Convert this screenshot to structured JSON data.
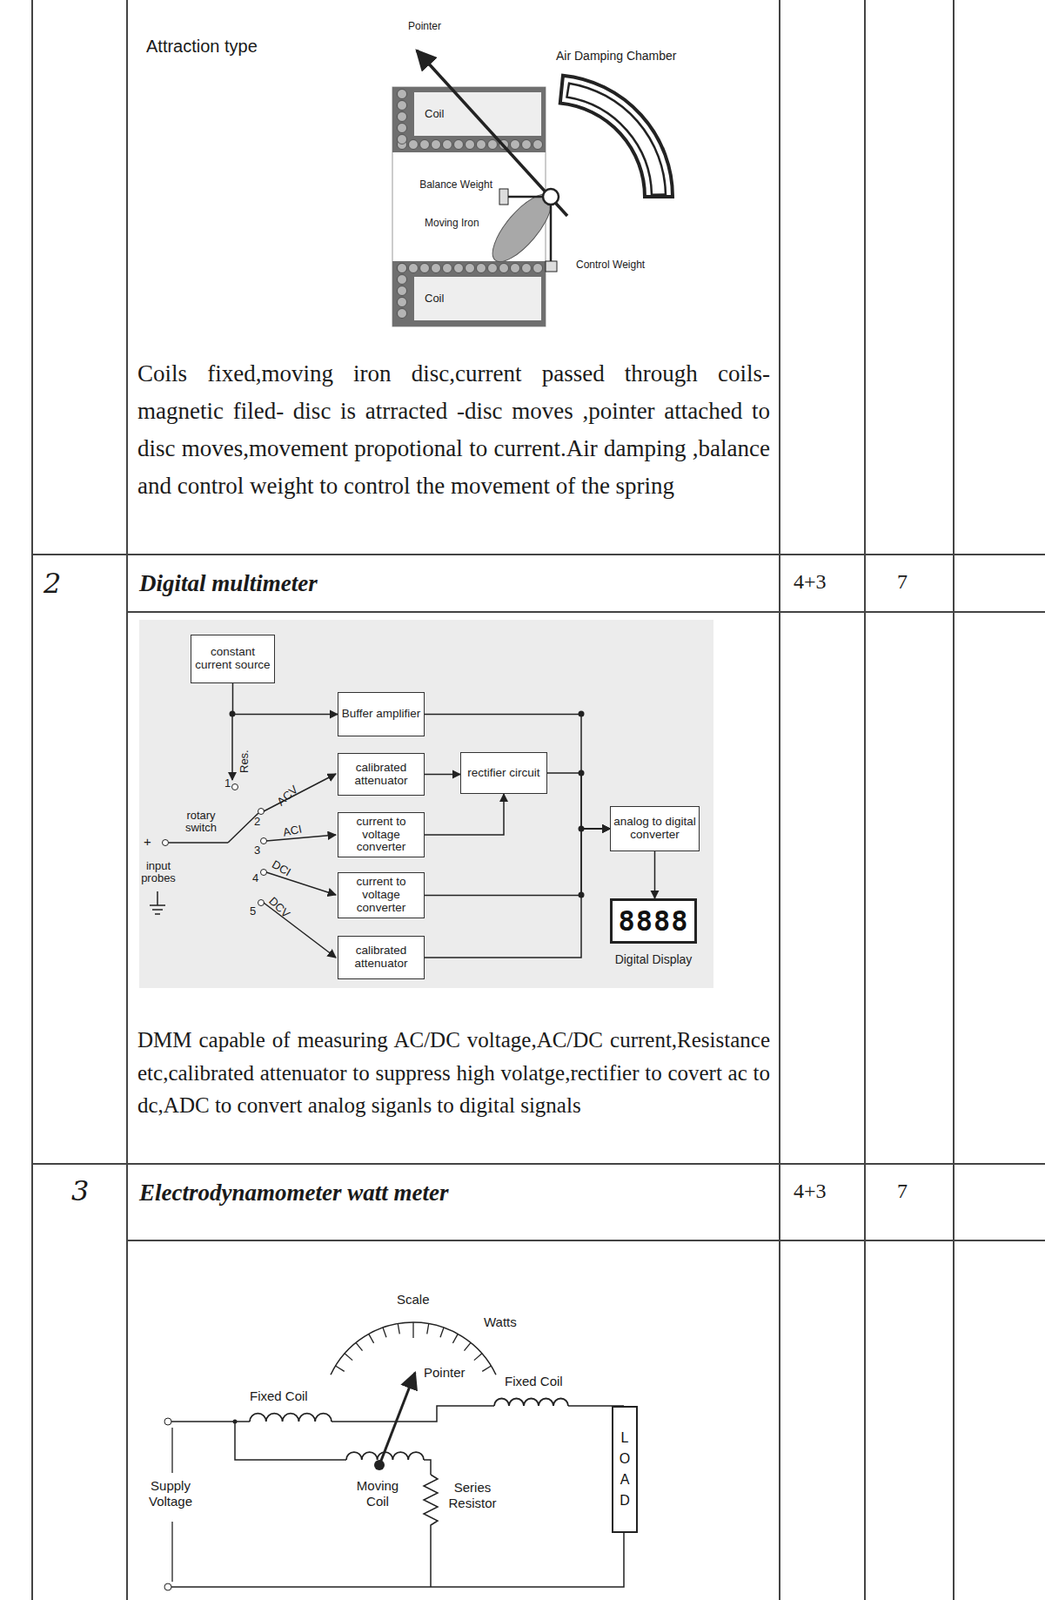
{
  "diagram": {
    "nodes": [
      {
        "text": [
          "constant current source"
        ]
      },
      {
        "text": [
          "Buffer amplifier"
        ]
      },
      {
        "text": [
          "calibrated attenuator"
        ]
      },
      {
        "text": [
          "rectifier circuit"
        ]
      },
      {
        "text": [
          "current to voltage converter"
        ]
      },
      {
        "text": [
          "current to voltage converter"
        ]
      },
      {
        "text": [
          "calibrated attenuator"
        ]
      },
      {
        "text": [
          "analog to digital converter"
        ]
      },
      {
        "text": [
          "8888",
          "Digital Display"
        ]
      },
      {
        "text": [
          "LOAD"
        ]
      }
    ],
    "edges": [
      {
        "from": 0,
        "to": 1,
        "arrow": "to"
      },
      {
        "from": 2,
        "to": 3,
        "arrow": "to"
      },
      {
        "from": 4,
        "to": 3,
        "arrow": "to"
      },
      {
        "from": 3,
        "to": 7,
        "arrow": "to"
      },
      {
        "from": 1,
        "to": 7,
        "arrow": "to"
      },
      {
        "from": 5,
        "to": 7,
        "arrow": "to"
      },
      {
        "from": 6,
        "to": 7,
        "arrow": "to"
      },
      {
        "from": 7,
        "to": 8,
        "arrow": "to"
      }
    ],
    "labels": [
      "Attraction type",
      "Pointer",
      "Air Damping Chamber",
      "Coil",
      "Balance Weight",
      "Moving Iron",
      "Control Weight",
      "Coil",
      "Coils fixed,moving iron disc,current passed through coils-magnetic filed- disc is atrracted -disc moves ,pointer attached to disc moves,movement propotional to current.Air damping ,balance and control weight to control the movement of the spring",
      "2",
      "Digital multimeter",
      "4+3",
      "7",
      "rotary switch",
      "+",
      "input probes",
      "Res.",
      "1",
      "ACV",
      "2",
      "ACI",
      "3",
      "DCI",
      "4",
      "DCV",
      "5",
      "DMM capable of measuring AC/DC voltage,AC/DC current,Resistance etc,calibrated attenuator to suppress high volatge,rectifier to covert ac to dc,ADC to convert analog siganls to digital signals",
      "3",
      "Electrodynamometer watt meter",
      "4+3",
      "7",
      "Scale",
      "Watts",
      "Pointer",
      "Fixed Coil",
      "Fixed Coil",
      "Supply Voltage",
      "Moving Coil",
      "Series Resistor"
    ]
  }
}
